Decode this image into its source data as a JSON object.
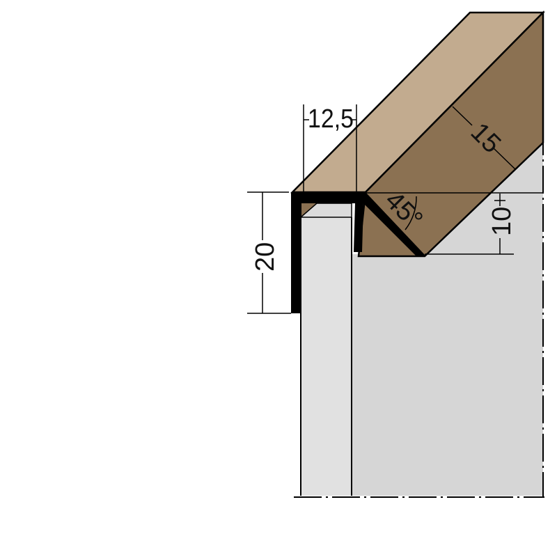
{
  "drawing": {
    "type": "technical-profile-drawing",
    "subject": "angled edge trim profile (cross-section with 3D extrusion)",
    "dimensions": {
      "top_width": "12,5",
      "depth_diagonal": "15",
      "angle": "45°",
      "right_height": "10",
      "left_height": "20"
    },
    "colors": {
      "top_face": "#c2ab8f",
      "side_face": "#8b7152",
      "profile": "#000000",
      "wall": "#d6d6d6",
      "column": "#e1e1e1",
      "line": "#000000",
      "background": "#ffffff"
    }
  }
}
